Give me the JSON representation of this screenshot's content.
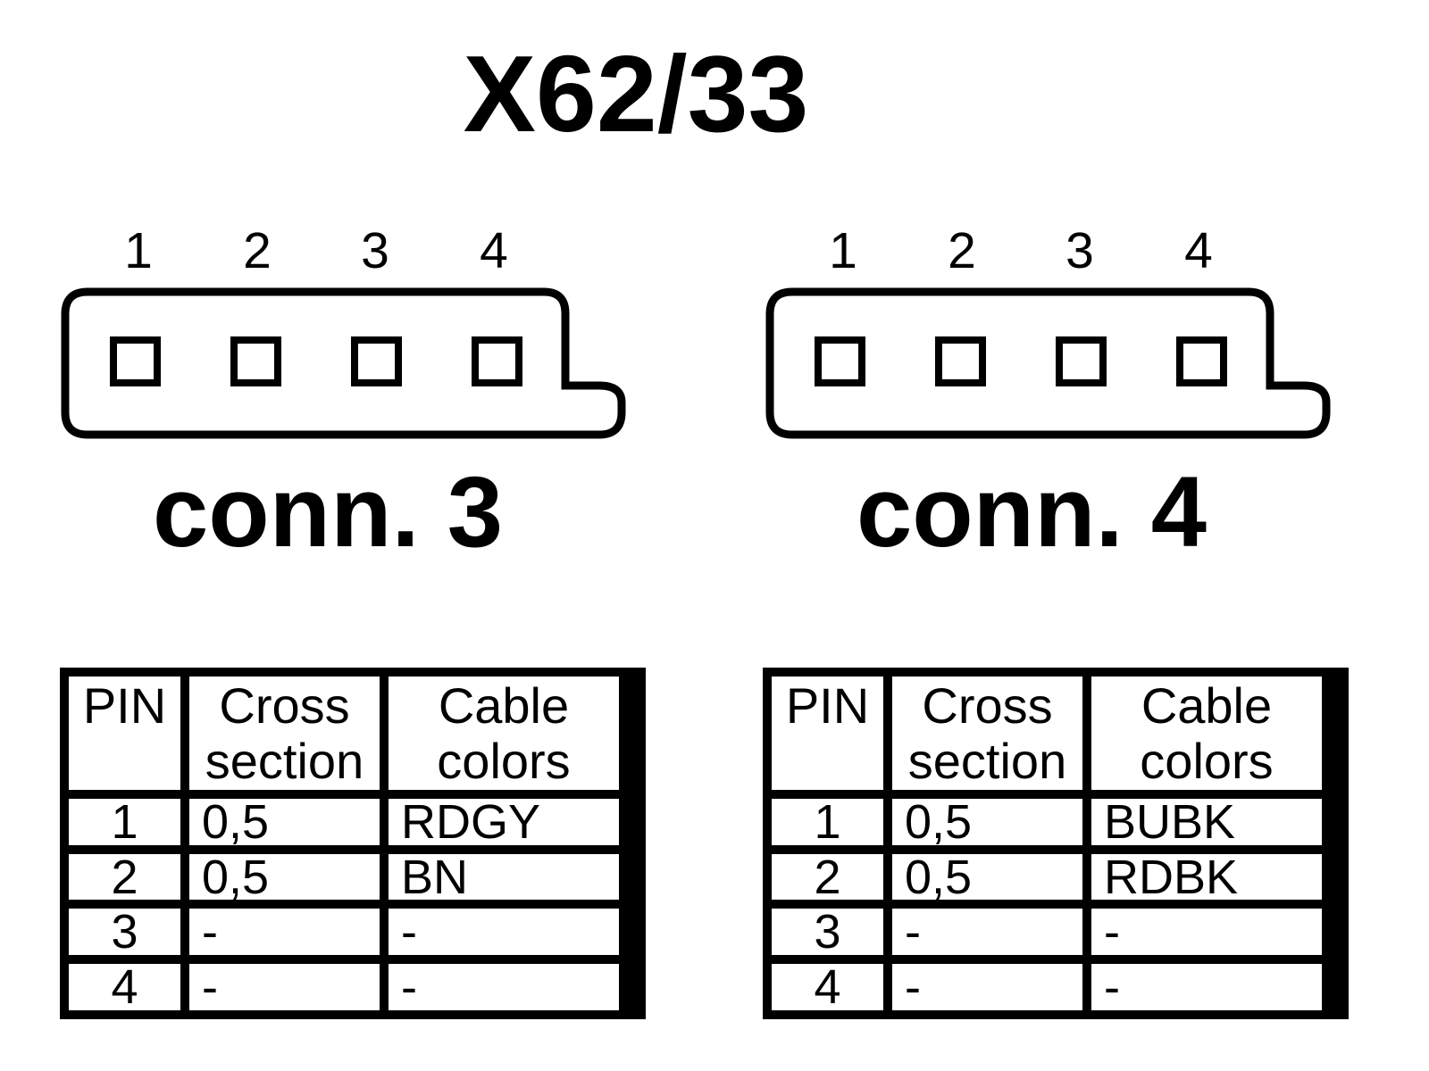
{
  "title": "X62/33",
  "colors": {
    "ink": "#000000",
    "background": "#ffffff"
  },
  "connectors": [
    {
      "name": "conn. 3",
      "pins": [
        "1",
        "2",
        "3",
        "4"
      ]
    },
    {
      "name": "conn. 4",
      "pins": [
        "1",
        "2",
        "3",
        "4"
      ]
    }
  ],
  "tables": [
    {
      "headers": [
        "PIN",
        "Cross section",
        "Cable colors"
      ],
      "rows": [
        [
          "1",
          "0,5",
          "RDGY"
        ],
        [
          "2",
          "0,5",
          "BN"
        ],
        [
          "3",
          "-",
          "-"
        ],
        [
          "4",
          "-",
          "-"
        ]
      ]
    },
    {
      "headers": [
        "PIN",
        "Cross section",
        "Cable colors"
      ],
      "rows": [
        [
          "1",
          "0,5",
          "BUBK"
        ],
        [
          "2",
          "0,5",
          "RDBK"
        ],
        [
          "3",
          "-",
          "-"
        ],
        [
          "4",
          "-",
          "-"
        ]
      ]
    }
  ]
}
